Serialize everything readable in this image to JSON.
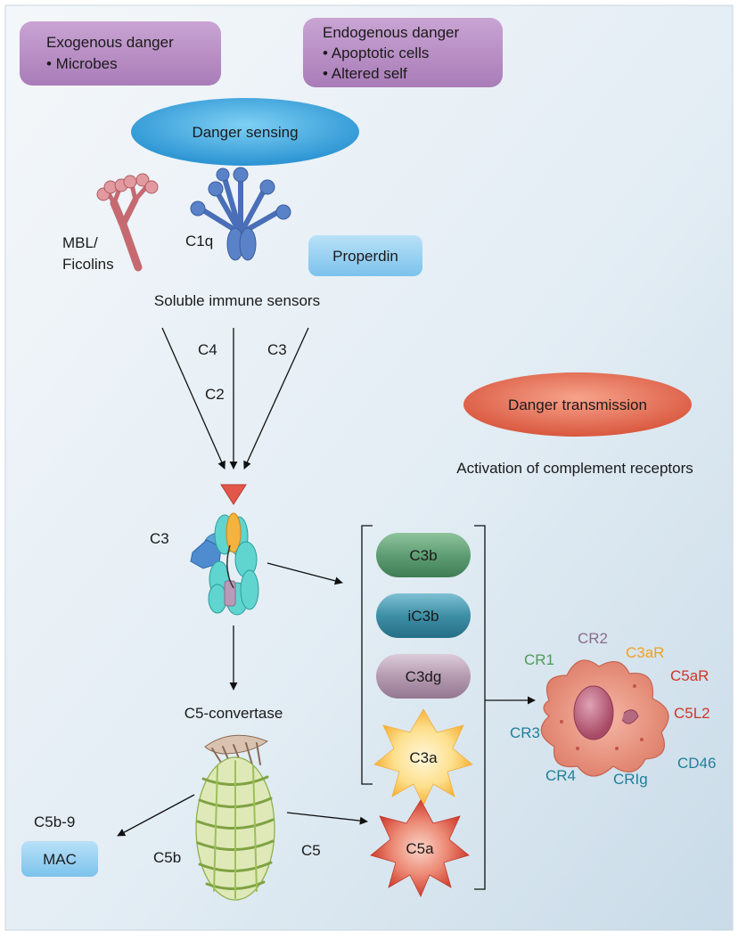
{
  "danger_sources": {
    "exogenous": {
      "title": "Exogenous danger",
      "items": [
        "• Microbes"
      ]
    },
    "endogenous": {
      "title": "Endogenous danger",
      "items": [
        "• Apoptotic cells",
        "• Altered self"
      ]
    }
  },
  "danger_sensing": "Danger sensing",
  "sensors": {
    "mbl_line1": "MBL/",
    "mbl_line2": "Ficolins",
    "c1q": "C1q",
    "properdin": "Properdin",
    "caption": "Soluble immune sensors"
  },
  "pathway_labels": {
    "c4": "C4",
    "c2": "C2",
    "c3": "C3"
  },
  "danger_transmission": "Danger transmission",
  "activation_caption": "Activation of complement receptors",
  "c3_molecule": "C3",
  "fragments": {
    "c3b": "C3b",
    "ic3b": "iC3b",
    "c3dg": "C3dg",
    "c3a": "C3a",
    "c5a": "C5a"
  },
  "convertase": "C5-convertase",
  "mac": {
    "label_above": "C5b-9",
    "box": "MAC"
  },
  "c5_labels": {
    "c5b": "C5b",
    "c5": "C5"
  },
  "receptors": {
    "cr1": "CR1",
    "cr2": "CR2",
    "c3ar": "C3aR",
    "c5ar": "C5aR",
    "c5l2": "C5L2",
    "cr3": "CR3",
    "cr4": "CR4",
    "crig": "CRIg",
    "cd46": "CD46"
  },
  "colors": {
    "purple_box": "#b98fc4",
    "blue_ellipse": "#3fa3dc",
    "red_ellipse": "#e0664f",
    "c3b": "#5f9e74",
    "ic3b": "#3e8fa6",
    "c3dg": "#b59bb0",
    "cr_green": "#4e9a5a",
    "cr_purple": "#8a6d8a",
    "cr_orange": "#f0a020",
    "cr_red": "#d0352a",
    "cr_teal": "#1f7f99"
  }
}
